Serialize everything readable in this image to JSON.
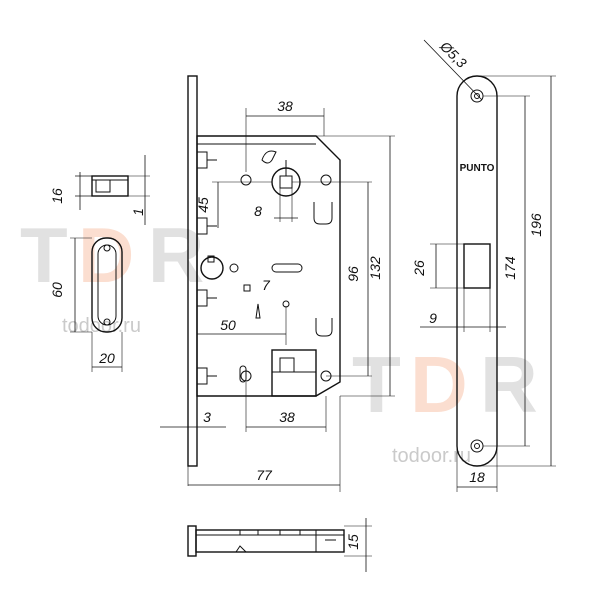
{
  "brand": {
    "wordmark": "PUNTO"
  },
  "watermark": {
    "logo_t": "T",
    "logo_d": "D",
    "logo_r": "R",
    "site": "todoor.ru"
  },
  "colors": {
    "line": "#111111",
    "watermark_gray": "#c9c9c9",
    "watermark_accent": "#f4a37a"
  },
  "dimensions": {
    "hole_diameter": "Ø5,3",
    "spindle_to_top": "38",
    "backset_top": "45",
    "spindle_width": "8",
    "cylinder_small": "7",
    "backset_main": "50",
    "faceplate_offset": "3",
    "bottom_to_square": "38",
    "body_depth": "77",
    "case_height_96": "96",
    "case_height_132": "132",
    "faceplate_26": "26",
    "faceplate_9": "9",
    "faceplate_174": "174",
    "faceplate_196": "196",
    "faceplate_width": "18",
    "strike_16": "16",
    "strike_1": "1",
    "strike_60": "60",
    "strike_20": "20",
    "body_thickness": "15"
  }
}
